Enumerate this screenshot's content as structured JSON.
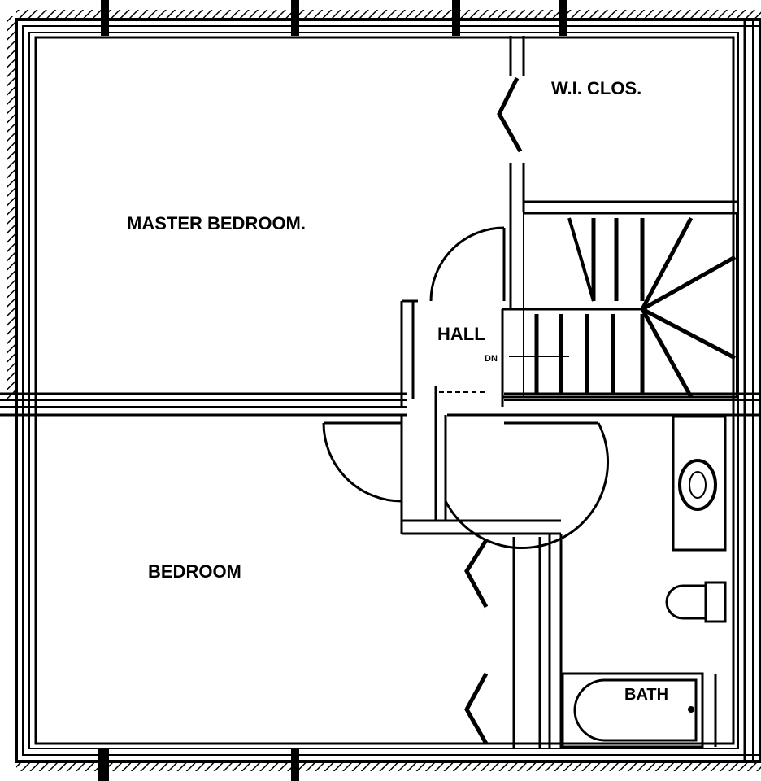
{
  "rooms": {
    "master_bedroom": "MASTER BEDROOM.",
    "wi_closet": "W.I. CLOS.",
    "hall": "HALL",
    "stair_dn": "DN",
    "bedroom": "BEDROOM",
    "bath": "BATH"
  },
  "colors": {
    "ink": "#000000",
    "paper": "#ffffff"
  }
}
